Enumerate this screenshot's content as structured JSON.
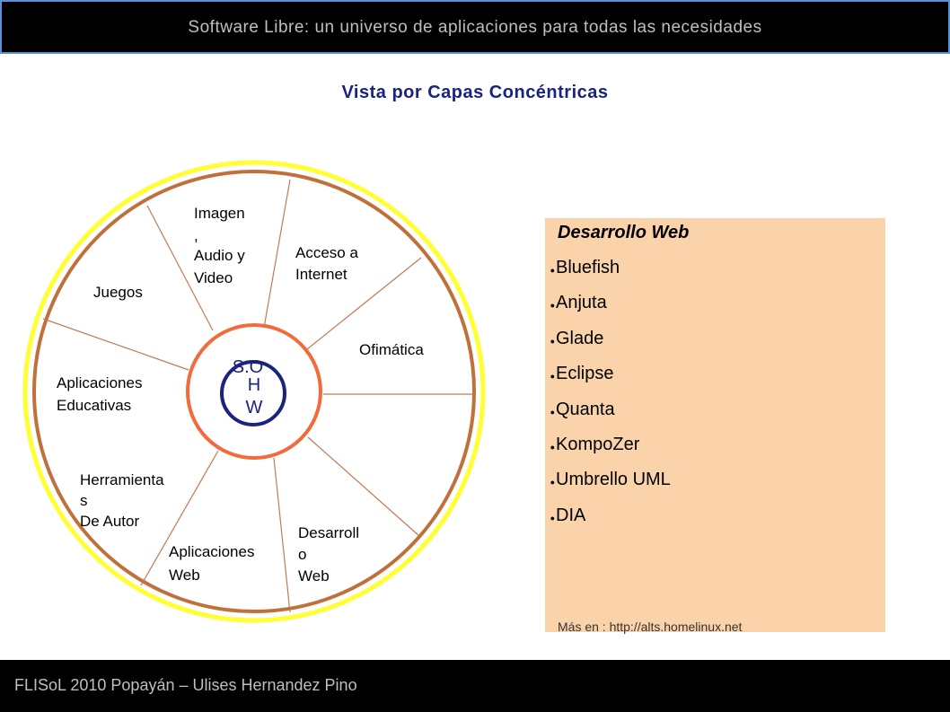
{
  "header": {
    "title": "Software Libre: un universo de aplicaciones para todas las necesidades"
  },
  "slide": {
    "subtitle": "Vista por Capas Concéntricas"
  },
  "diagram": {
    "core_outer": "S.O",
    "core_inner_line1": "H",
    "core_inner_line2": "W",
    "sectors": [
      {
        "id": "imagen",
        "lines": [
          "Imagen",
          ",",
          "Audio y",
          "Video"
        ]
      },
      {
        "id": "acceso",
        "lines": [
          "Acceso a",
          "Internet"
        ]
      },
      {
        "id": "ofimatica",
        "lines": [
          "Ofimática"
        ]
      },
      {
        "id": "desarrollo",
        "lines": [
          "Desarroll",
          "o",
          "Web"
        ]
      },
      {
        "id": "aplicaciones-web",
        "lines": [
          "Aplicaciones",
          "Web"
        ]
      },
      {
        "id": "herramientas",
        "lines": [
          "Herramienta",
          "s",
          "De Autor"
        ]
      },
      {
        "id": "educativas",
        "lines": [
          "Aplicaciones",
          "Educativas"
        ]
      },
      {
        "id": "juegos",
        "lines": [
          "Juegos"
        ]
      }
    ],
    "colors": {
      "outer_ring": "#ffff33",
      "inner_ring": "#c0703a",
      "spokes": "#c07a55",
      "core_ring": "#f26b3a",
      "hw_ring": "#1a237e"
    }
  },
  "panel": {
    "title": "Desarrollo Web",
    "items": [
      "Bluefish",
      "Anjuta",
      "Glade",
      "Eclipse",
      "Quanta",
      "KompoZer",
      "Umbrello UML",
      "DIA"
    ],
    "footnote": "Más en : http://alts.homelinux.net",
    "background": "#fbd3ab"
  },
  "footer": {
    "text": "FLISoL 2010 Popayán – Ulises Hernandez Pino"
  }
}
